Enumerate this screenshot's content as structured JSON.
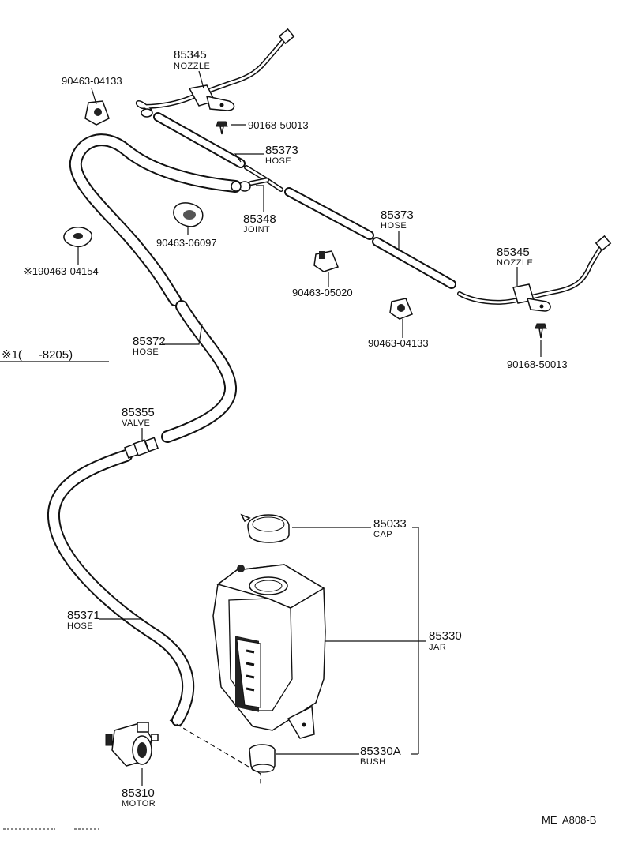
{
  "labels": {
    "nozzle_left": {
      "num": "85345",
      "name": "NOZZLE"
    },
    "clip_left": {
      "num": "90463-04133"
    },
    "screw_left": {
      "num": "90168-50013"
    },
    "hose_upper": {
      "num": "85373",
      "name": "HOSE"
    },
    "joint": {
      "num": "85348",
      "name": "JOINT"
    },
    "grommet": {
      "num": "90463-06097"
    },
    "clip_star": {
      "num": "※190463-04154"
    },
    "hose_right": {
      "num": "85373",
      "name": "HOSE"
    },
    "nozzle_right": {
      "num": "85345",
      "name": "NOZZLE"
    },
    "clip_mid": {
      "num": "90463-05020"
    },
    "clip_right": {
      "num": "90463-04133"
    },
    "screw_right": {
      "num": "90168-50013"
    },
    "footnote": {
      "num": "※1(     -8205)"
    },
    "hose_mid": {
      "num": "85372",
      "name": "HOSE"
    },
    "valve": {
      "num": "85355",
      "name": "VALVE"
    },
    "cap": {
      "num": "85033",
      "name": "CAP"
    },
    "jar": {
      "num": "85330",
      "name": "JAR"
    },
    "hose_lower": {
      "num": "85371",
      "name": "HOSE"
    },
    "bush": {
      "num": "85330A",
      "name": "BUSH"
    },
    "motor": {
      "num": "85310",
      "name": "MOTOR"
    }
  },
  "page_code": "ME  A808-B"
}
